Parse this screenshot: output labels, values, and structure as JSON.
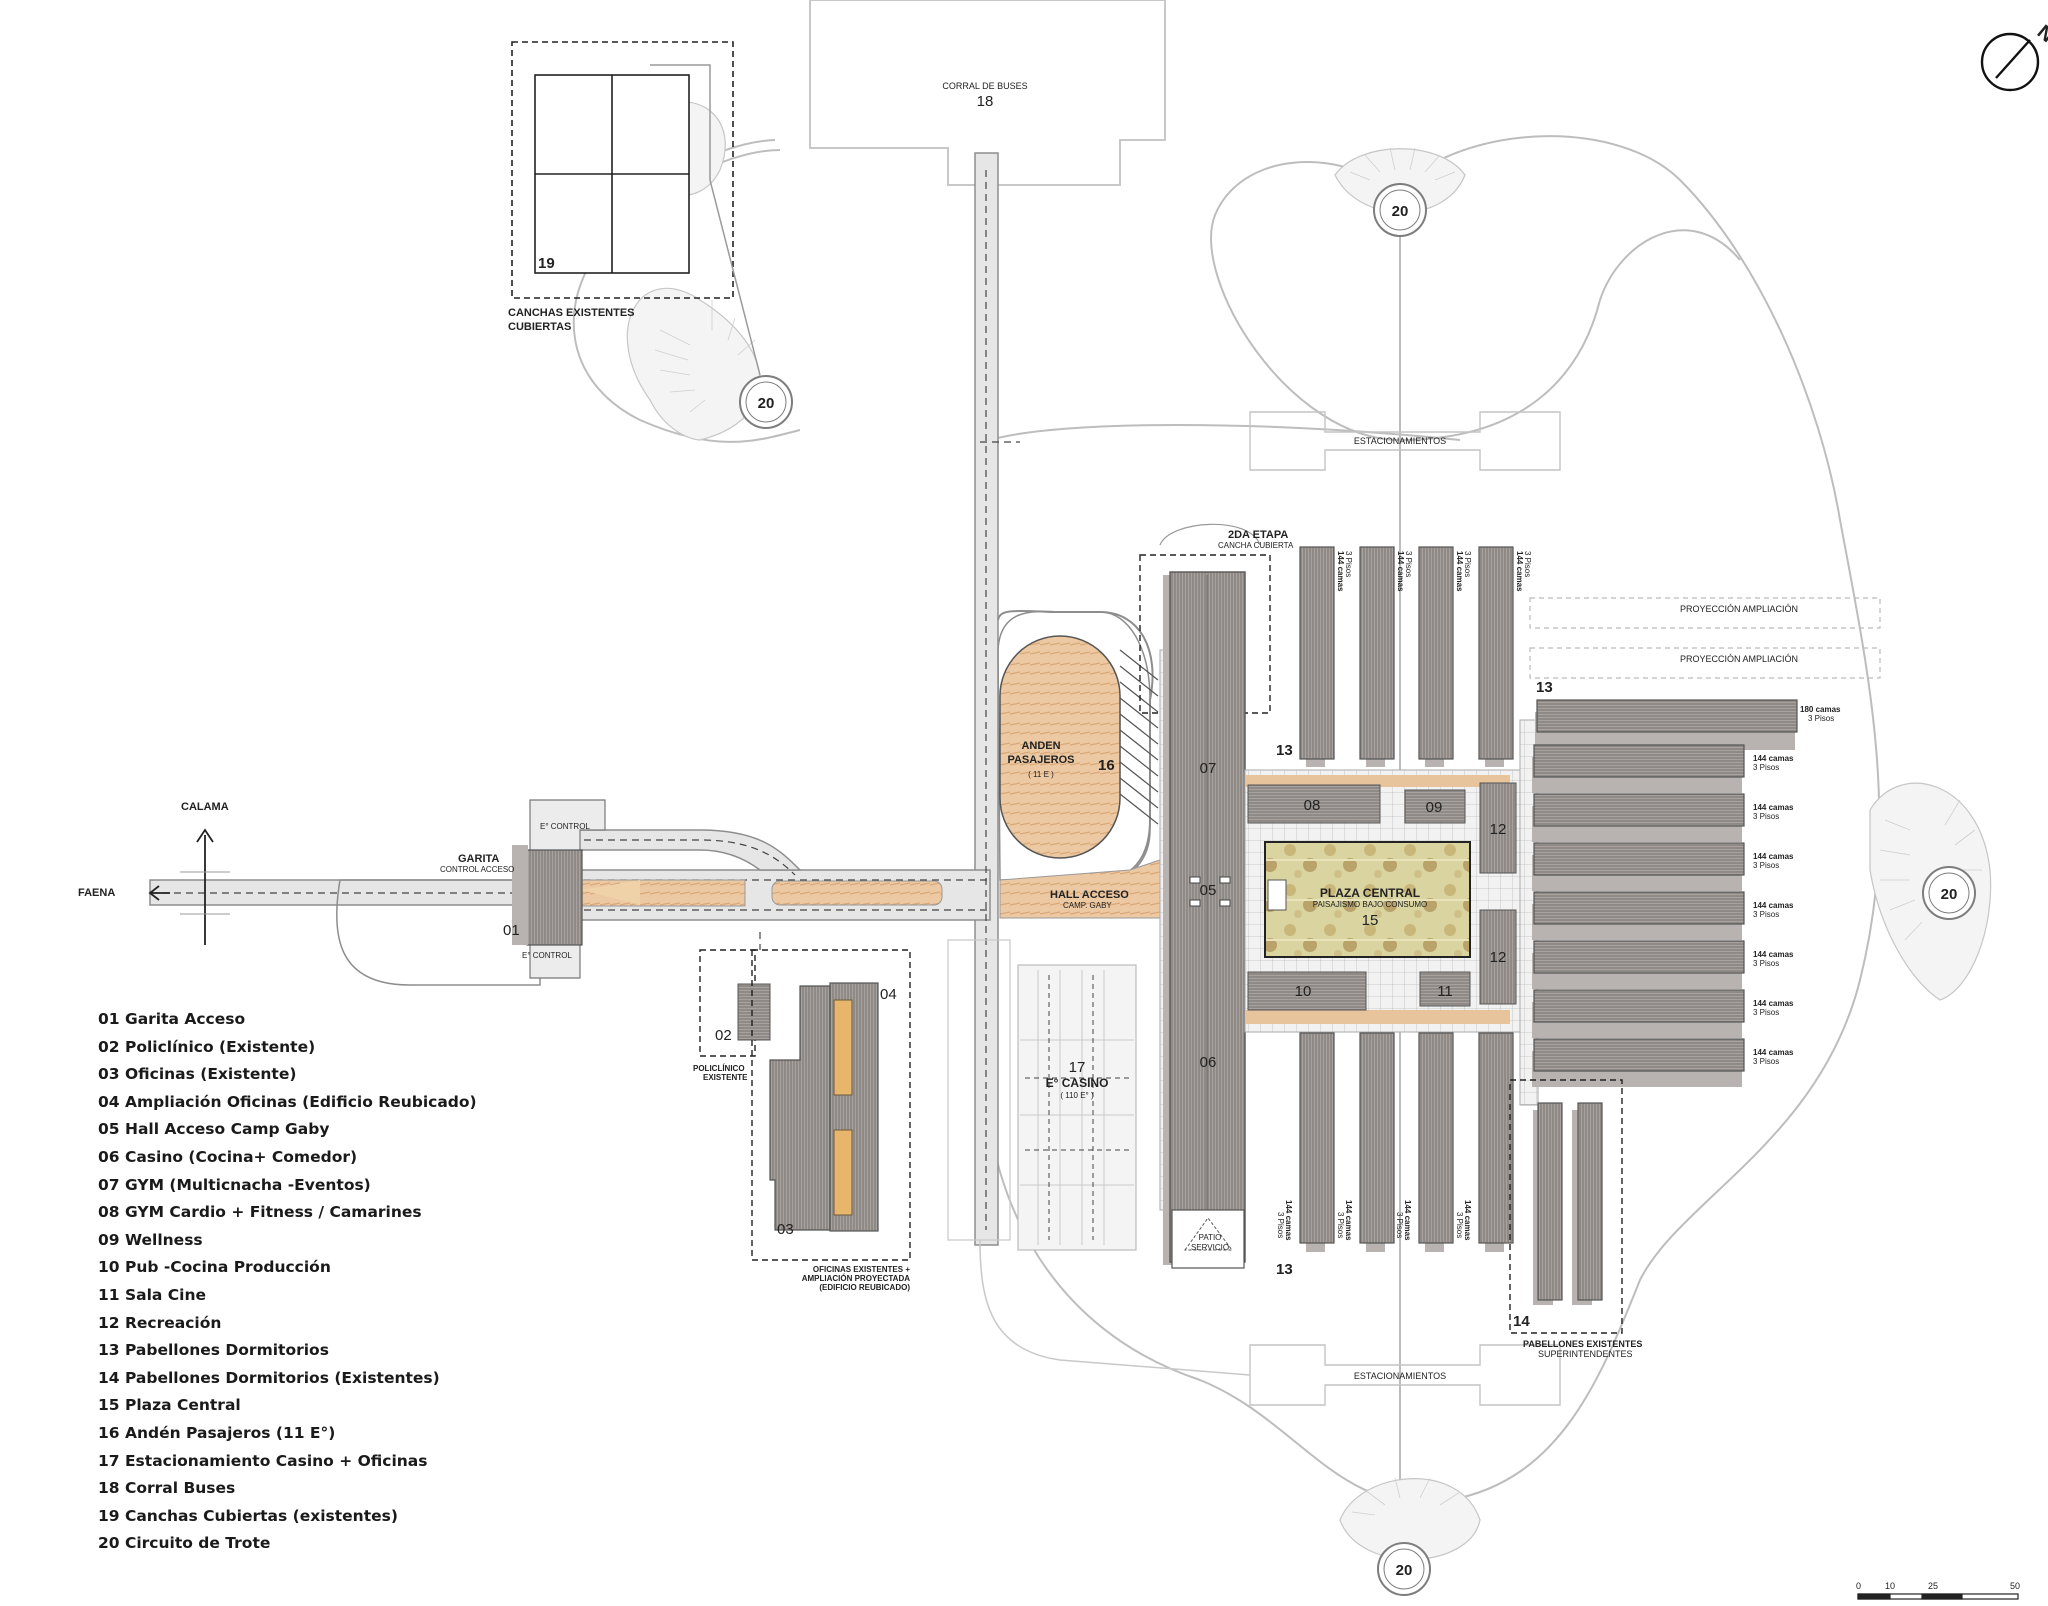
{
  "compass": {
    "letter": "N"
  },
  "scale": {
    "ticks": [
      "0",
      "10",
      "25",
      "50"
    ]
  },
  "labels": {
    "corral_buses": "CORRAL DE BUSES",
    "canchas_existentes": "CANCHAS EXISTENTES",
    "canchas_cubiertas": "CUBIERTAS",
    "estacionamientos_top": "ESTACIONAMIENTOS",
    "estacionamientos_bottom": "ESTACIONAMIENTOS",
    "segunda_etapa": "2DA ETAPA",
    "cancha_cubierta": "CANCHA CUBIERTA",
    "proyeccion_1": "PROYECCIÓN AMPLIACIÓN",
    "proyeccion_2": "PROYECCIÓN AMPLIACIÓN",
    "anden": "ANDEN",
    "pasajeros": "PASAJEROS",
    "anden_sub": "( 11 E )",
    "calama": "CALAMA",
    "faena": "FAENA",
    "garita": "GARITA",
    "control_acceso": "CONTROL ACCESO",
    "e_control_top": "E° CONTROL",
    "e_control_bottom": "E° CONTROL",
    "hall_acceso": "HALL ACCESO",
    "camp_gaby": "CAMP. GABY",
    "plaza_central": "PLAZA CENTRAL",
    "paisajismo": "PAISAJISMO BAJO CONSUMO",
    "e_casino": "E° CASINO",
    "e_casino_sub": "( 110 E° )",
    "policlinico": "POLICLÍNICO",
    "existente": "EXISTENTE",
    "oficinas_1": "OFICINAS EXISTENTES +",
    "oficinas_2": "AMPLIACIÓN PROYECTADA",
    "oficinas_3": "(EDIFICIO REUBICADO)",
    "patio": "PATIO",
    "servicio": "SERVICIO",
    "pabellones_existentes": "PABELLONES EXISTENTES",
    "superintendentes": "SUPERINTENDENTES"
  },
  "numbers": {
    "n18": "18",
    "n19": "19",
    "n20a": "20",
    "n20b": "20",
    "n20c": "20",
    "n20d": "20",
    "n07": "07",
    "n05": "05",
    "n06": "06",
    "n08": "08",
    "n09": "09",
    "n10": "10",
    "n11": "11",
    "n12a": "12",
    "n12b": "12",
    "n13a": "13",
    "n13b": "13",
    "n13c": "13",
    "n14": "14",
    "n15": "15",
    "n16": "16",
    "n17": "17",
    "n01": "01",
    "n02": "02",
    "n03": "03",
    "n04": "04"
  },
  "capacity": {
    "camas144": "144 camas",
    "camas180": "180 camas",
    "pisos3": "3 Pisos"
  },
  "legend": [
    "01 Garita Acceso",
    "02 Policlínico (Existente)",
    "03 Oficinas (Existente)",
    "04 Ampliación Oficinas (Edificio Reubicado)",
    "05 Hall Acceso Camp Gaby",
    "06 Casino (Cocina+ Comedor)",
    "07 GYM (Multicnacha -Eventos)",
    "08 GYM Cardio + Fitness / Camarines",
    "09 Wellness",
    "10 Pub -Cocina Producción",
    "11 Sala Cine",
    "12 Recreación",
    "13 Pabellones Dormitorios",
    "14 Pabellones Dormitorios (Existentes)",
    "15 Plaza Central",
    "16 Andén Pasajeros (11 E°)",
    "17 Estacionamiento Casino + Oficinas",
    "18 Corral Buses",
    "19 Canchas Cubiertas (existentes)",
    "20 Circuito de Trote"
  ],
  "colors": {
    "building": "#8f8a86",
    "building_dark": "#6e6966",
    "shadow": "#b8b3b0",
    "road": "#e6e6e6",
    "wood": "#e8c49c",
    "plaza": "#d9cf9a"
  }
}
